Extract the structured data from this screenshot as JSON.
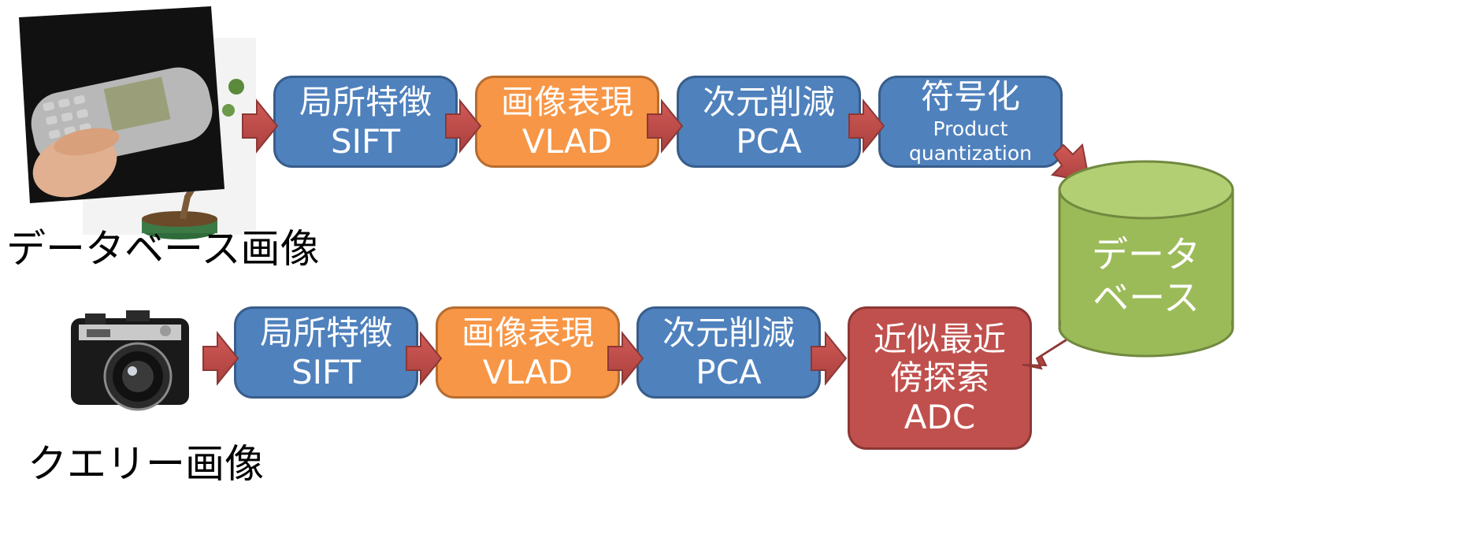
{
  "database_image": {
    "caption": "データベース画像"
  },
  "query_image": {
    "caption": "クエリー画像"
  },
  "database_pipeline": [
    {
      "title": "局所特徴",
      "subtitle": "SIFT"
    },
    {
      "title": "画像表現",
      "subtitle": "VLAD"
    },
    {
      "title": "次元削減",
      "subtitle": "PCA"
    },
    {
      "title": "符号化",
      "subtitle_line1": "Product",
      "subtitle_line2": "quantization"
    }
  ],
  "query_pipeline": [
    {
      "title": "局所特徴",
      "subtitle": "SIFT"
    },
    {
      "title": "画像表現",
      "subtitle": "VLAD"
    },
    {
      "title": "次元削減",
      "subtitle": "PCA"
    },
    {
      "line1": "近似最近",
      "line2": "傍探索",
      "line3": "ADC"
    }
  ],
  "database": {
    "line1": "データ",
    "line2": "ベース"
  },
  "colors": {
    "blue": "#4f81bd",
    "orange": "#f79646",
    "red": "#c0504d",
    "green": "#9bbb59",
    "arrow": "#c0504d"
  }
}
